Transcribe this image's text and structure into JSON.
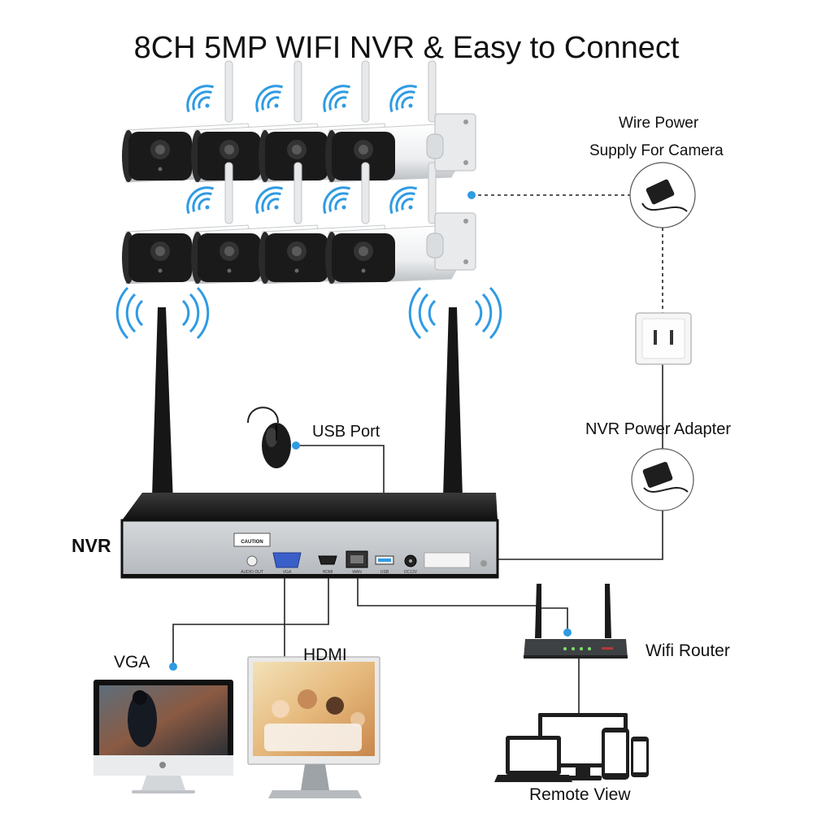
{
  "title": "8CH 5MP WIFI NVR & Easy to Connect",
  "labels": {
    "wire_power_line1": "Wire Power",
    "wire_power_line2": "Supply For Camera",
    "usb_port": "USB Port",
    "nvr_power_adapter": "NVR Power Adapter",
    "nvr": "NVR",
    "vga": "VGA",
    "hdmi": "HDMI",
    "wifi_router": "Wifi Router",
    "remote_view": "Remote View"
  },
  "nvr_panel": {
    "caution": "CAUTION",
    "audio_out": "AUDIO OUT",
    "vga_port": "VGA",
    "hdmi_port": "HDMI",
    "wan_port": "WAN",
    "usb_port": "USB",
    "dc_port": "DC12V"
  },
  "colors": {
    "camera_body": "#ffffff",
    "camera_lens": "#1a1a1a",
    "wifi_signal": "#2f9be3",
    "connector_dot": "#2f9be3",
    "nvr_body": "#1c1c1c",
    "nvr_panel": "#c9ccd0"
  },
  "icons": [
    "wifi-signal-icon",
    "camera-icon",
    "mouse-icon",
    "power-adapter-icon",
    "wall-socket-icon",
    "router-icon",
    "monitor-icon",
    "laptop-icon",
    "tablet-icon",
    "phone-icon"
  ]
}
